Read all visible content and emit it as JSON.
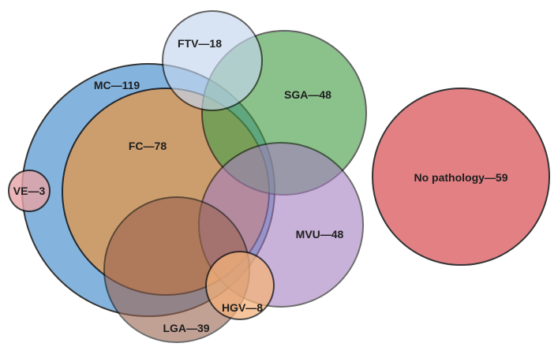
{
  "diagram": {
    "type": "euler",
    "sets": [
      {
        "key": "mc",
        "label": "MC—119",
        "color": "#6fa8d8"
      },
      {
        "key": "fc",
        "label": "FC—78",
        "color": "#d99a5a"
      },
      {
        "key": "sga",
        "label": "SGA—48",
        "color": "#4ea04e"
      },
      {
        "key": "mvu",
        "label": "MVU—48",
        "color": "#a57fc0"
      },
      {
        "key": "lga",
        "label": "LGA—39",
        "color": "#9b6450"
      },
      {
        "key": "ftv",
        "label": "FTV—18",
        "color": "#c4d6ee"
      },
      {
        "key": "hgv",
        "label": "HGV—8",
        "color": "#f4b27a"
      },
      {
        "key": "ve",
        "label": "VE—3",
        "color": "#e8a3a6"
      },
      {
        "key": "nop",
        "label": "No pathology—59",
        "color": "#dd6b6f"
      }
    ]
  }
}
